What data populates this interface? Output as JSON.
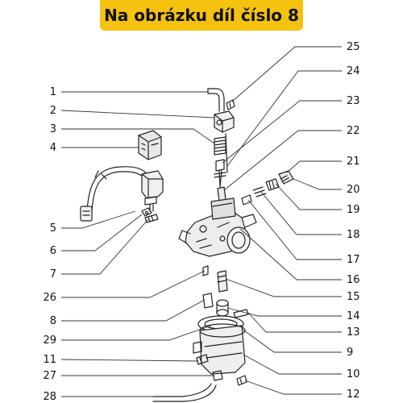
{
  "banner": {
    "text": "Na obrázku díl číslo 8",
    "color": "#f4c20f"
  },
  "parts_left": [
    "1",
    "2",
    "3",
    "4",
    "5",
    "6",
    "7",
    "26",
    "8",
    "29",
    "11",
    "27",
    "28"
  ],
  "parts_right": [
    "25",
    "24",
    "23",
    "22",
    "21",
    "20",
    "19",
    "18",
    "17",
    "16",
    "15",
    "14",
    "13",
    "9",
    "10",
    "12"
  ]
}
